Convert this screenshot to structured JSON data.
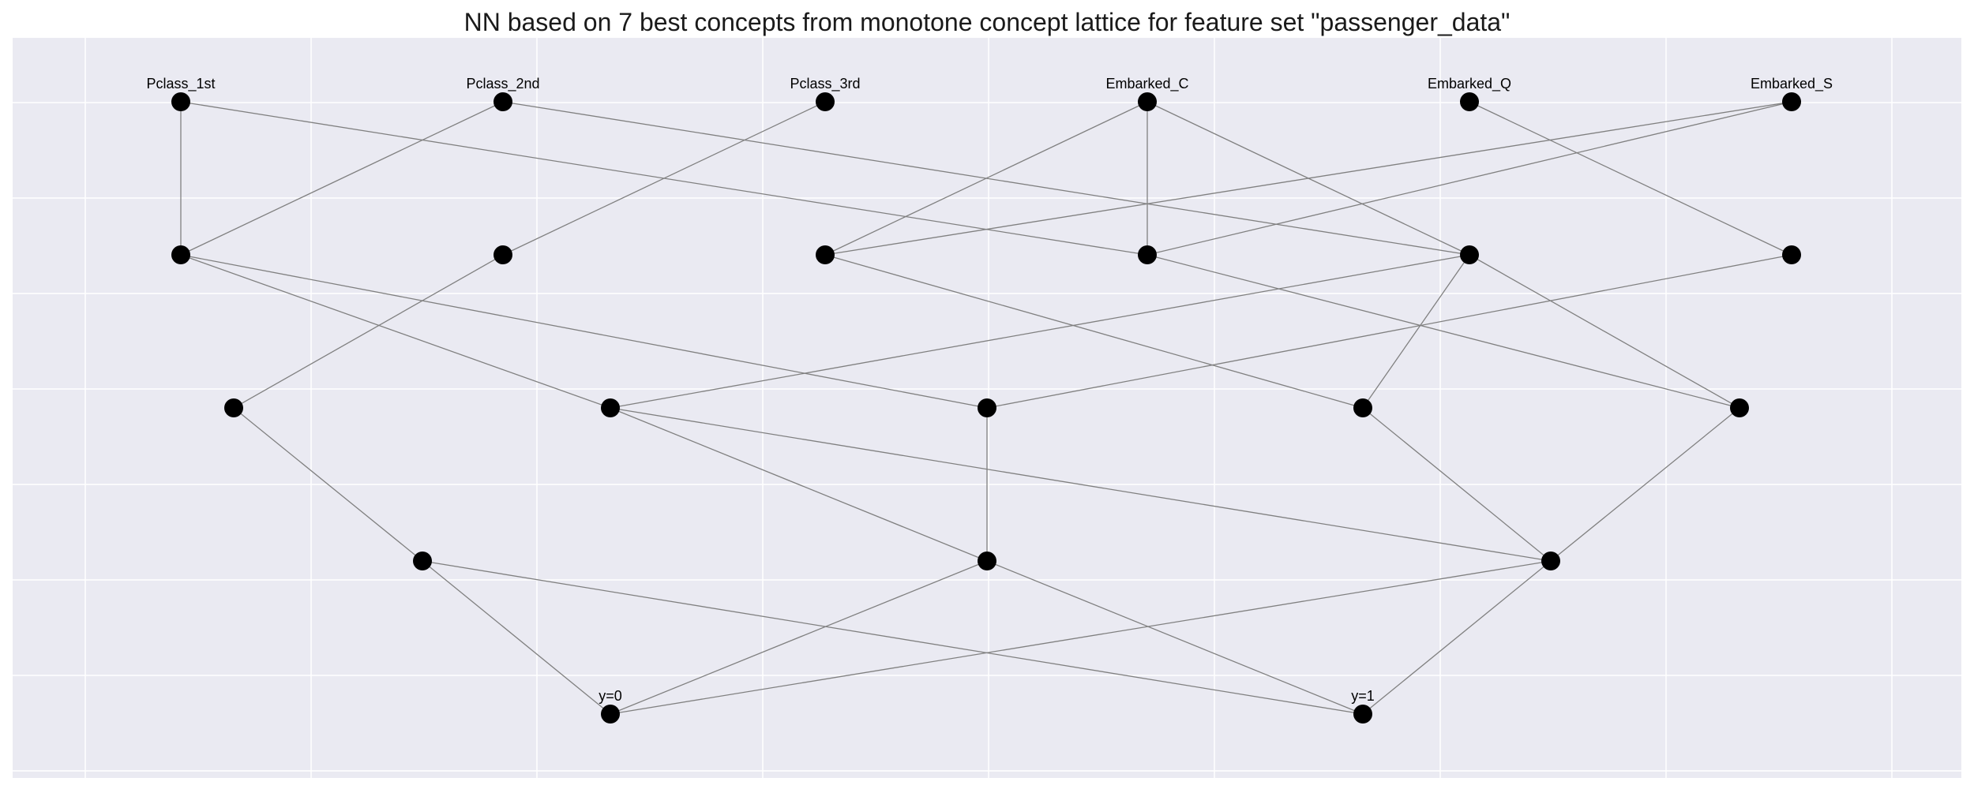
{
  "title": "NN based on 7 best concepts from monotone concept lattice for feature set \"passenger_data\"",
  "colors": {
    "background": "#eaeaf2",
    "grid": "#ffffff",
    "node": "#000000",
    "edge": "#808080"
  },
  "diagram": {
    "layers": [
      [
        {
          "id": "a1",
          "label": "Pclass_1st"
        },
        {
          "id": "a2",
          "label": "Pclass_2nd"
        },
        {
          "id": "a3",
          "label": "Pclass_3rd"
        },
        {
          "id": "a4",
          "label": "Embarked_C"
        },
        {
          "id": "a5",
          "label": "Embarked_Q"
        },
        {
          "id": "a6",
          "label": "Embarked_S"
        }
      ],
      [
        {
          "id": "b1",
          "label": ""
        },
        {
          "id": "b2",
          "label": ""
        },
        {
          "id": "b3",
          "label": ""
        },
        {
          "id": "b4",
          "label": ""
        },
        {
          "id": "b5",
          "label": ""
        },
        {
          "id": "b6",
          "label": ""
        }
      ],
      [
        {
          "id": "c1",
          "label": ""
        },
        {
          "id": "c2",
          "label": ""
        },
        {
          "id": "c3",
          "label": ""
        },
        {
          "id": "c4",
          "label": ""
        },
        {
          "id": "c5",
          "label": ""
        }
      ],
      [
        {
          "id": "d1",
          "label": ""
        },
        {
          "id": "d2",
          "label": ""
        },
        {
          "id": "d3",
          "label": ""
        }
      ],
      [
        {
          "id": "e1",
          "label": "y=0"
        },
        {
          "id": "e2",
          "label": "y=1"
        }
      ]
    ],
    "edges": [
      [
        "a1",
        "b1"
      ],
      [
        "a1",
        "b4"
      ],
      [
        "a2",
        "b1"
      ],
      [
        "a2",
        "b5"
      ],
      [
        "a3",
        "b2"
      ],
      [
        "a4",
        "b3"
      ],
      [
        "a4",
        "b4"
      ],
      [
        "a4",
        "b5"
      ],
      [
        "a5",
        "b6"
      ],
      [
        "a6",
        "b3"
      ],
      [
        "a6",
        "b4"
      ],
      [
        "b1",
        "c2"
      ],
      [
        "b1",
        "c3"
      ],
      [
        "b2",
        "c1"
      ],
      [
        "b3",
        "c4"
      ],
      [
        "b4",
        "c5"
      ],
      [
        "b5",
        "c2"
      ],
      [
        "b5",
        "c4"
      ],
      [
        "b5",
        "c5"
      ],
      [
        "b6",
        "c3"
      ],
      [
        "c1",
        "d1"
      ],
      [
        "c2",
        "d2"
      ],
      [
        "c2",
        "d3"
      ],
      [
        "c3",
        "d2"
      ],
      [
        "c4",
        "d3"
      ],
      [
        "c5",
        "d3"
      ],
      [
        "d1",
        "e1"
      ],
      [
        "d1",
        "e2"
      ],
      [
        "d2",
        "e1"
      ],
      [
        "d2",
        "e2"
      ],
      [
        "d3",
        "e1"
      ],
      [
        "d3",
        "e2"
      ]
    ]
  }
}
